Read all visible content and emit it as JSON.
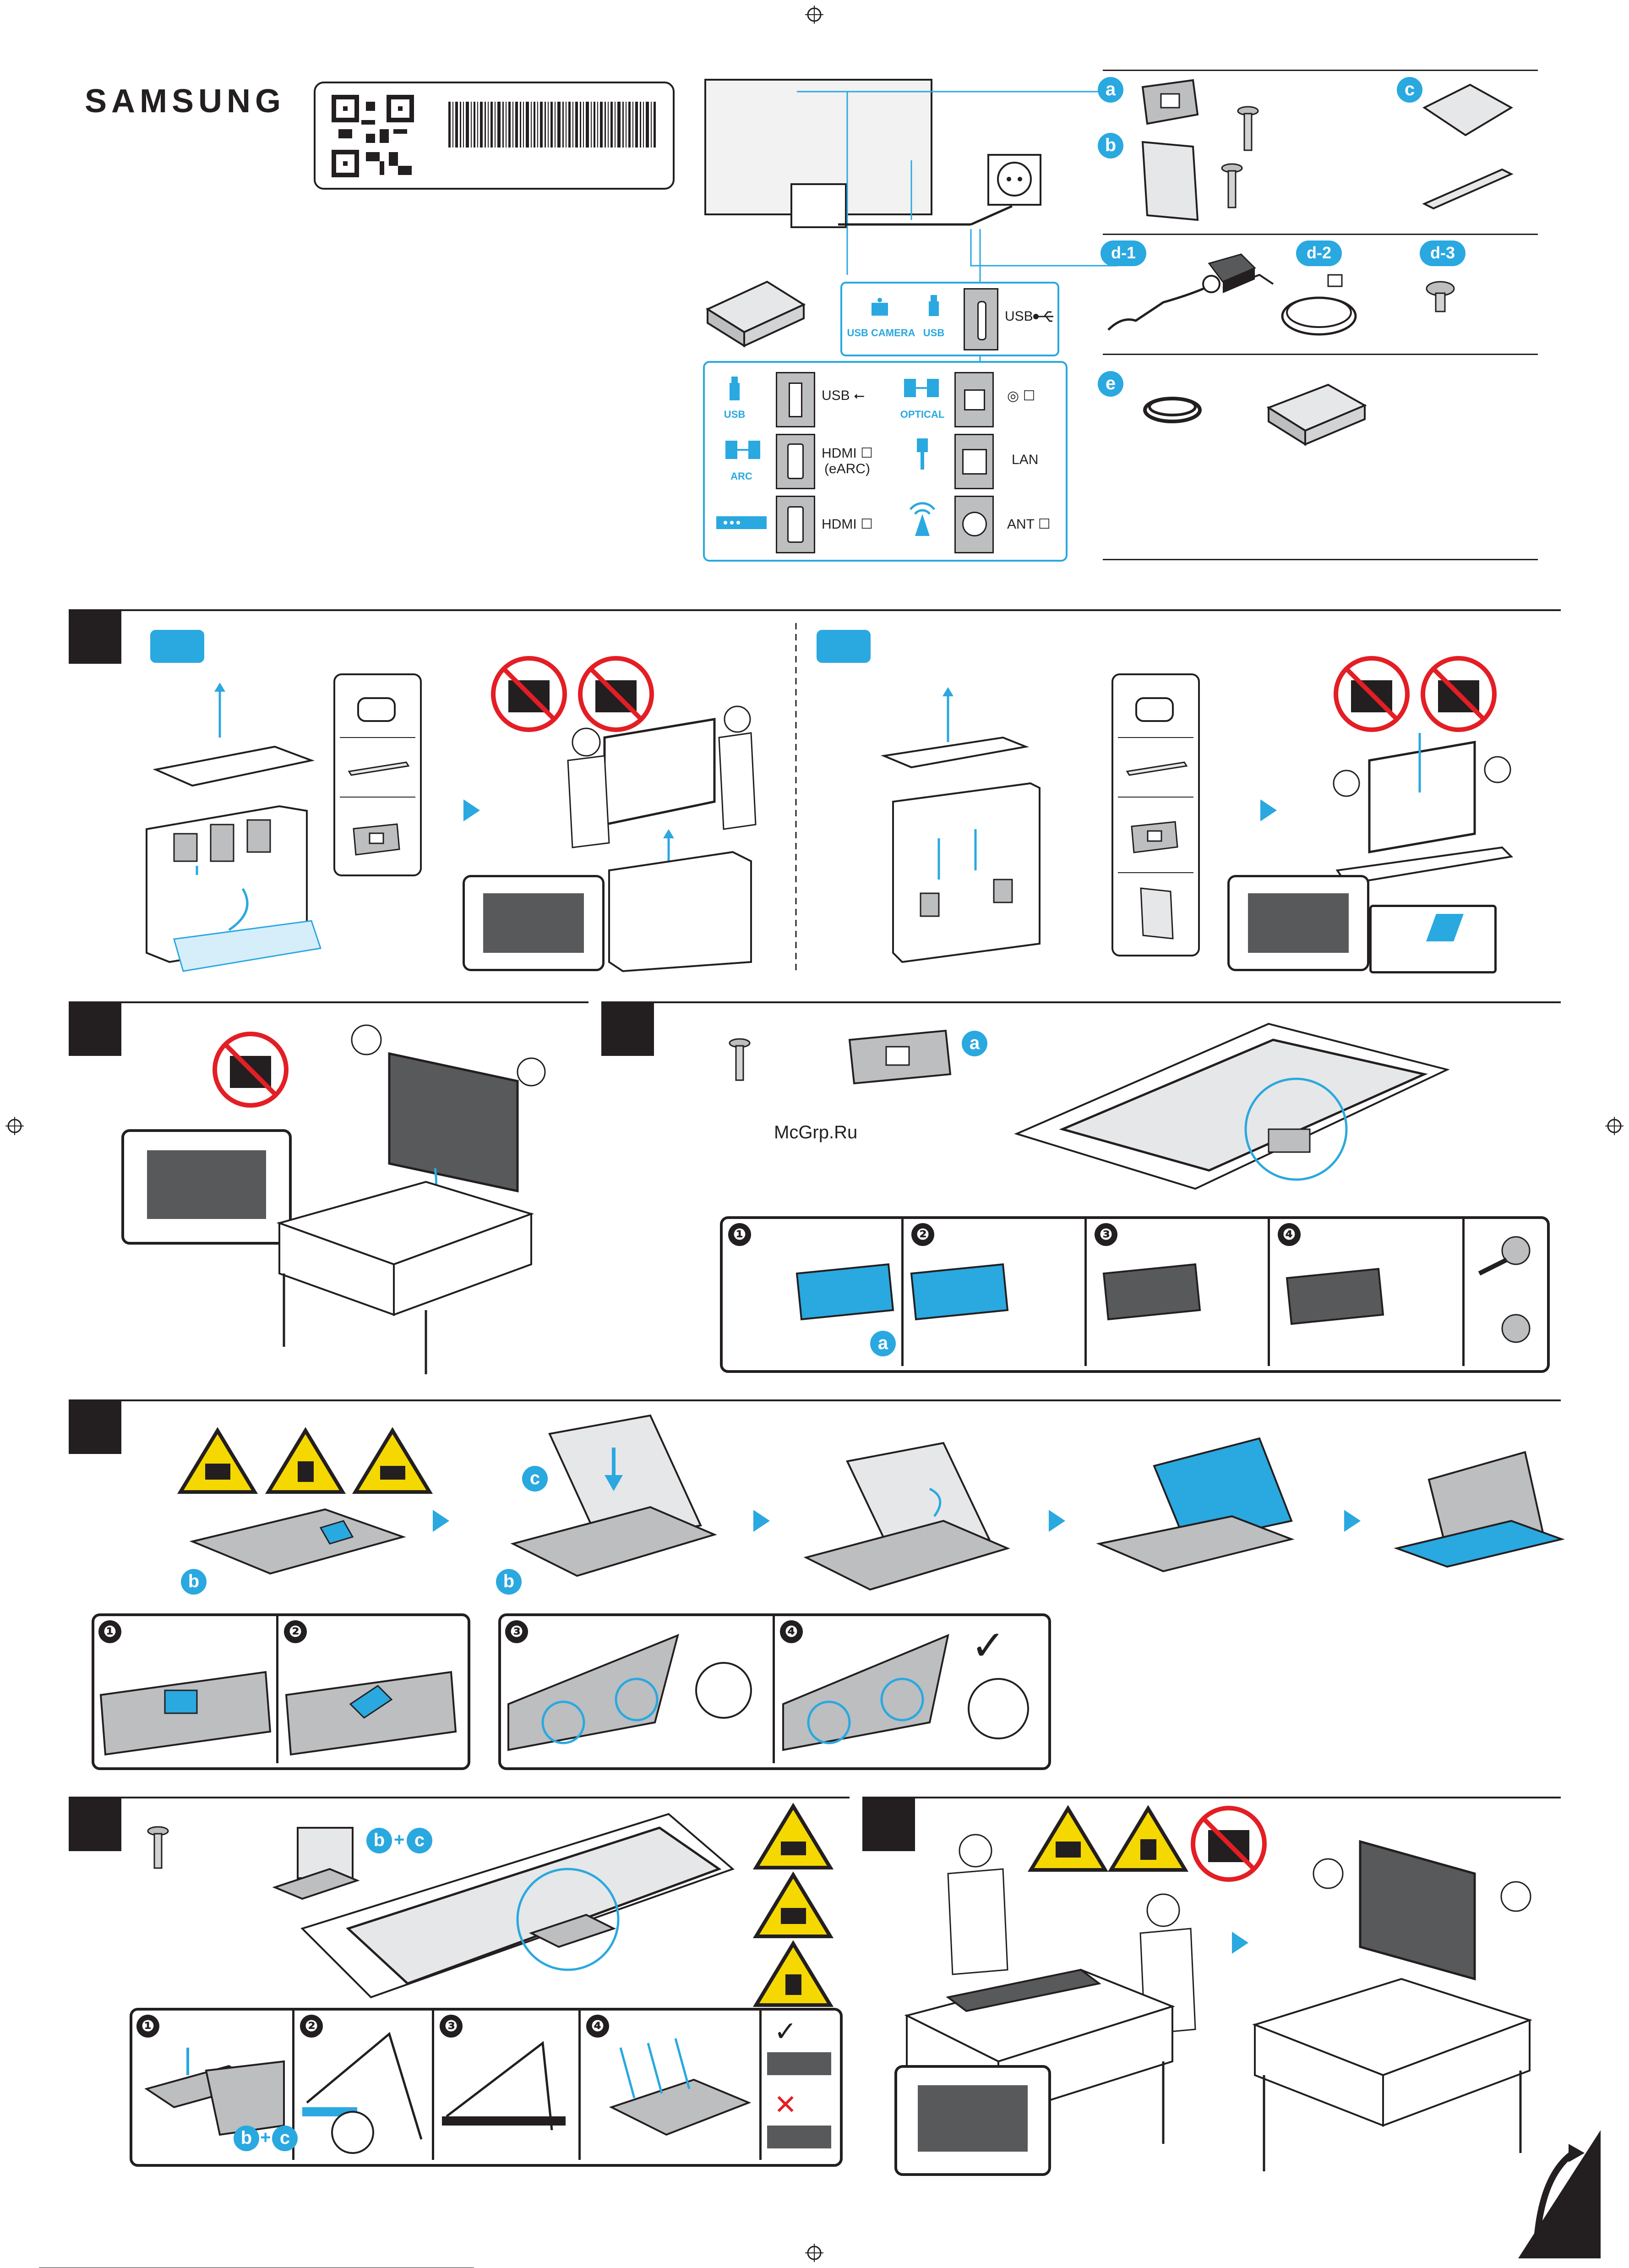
{
  "brand": "SAMSUNG",
  "watermark": "McGrp.Ru",
  "colors": {
    "accent": "#2aa8e0",
    "ink": "#231f20",
    "warning": "#f5d800",
    "prohibit": "#e31e24"
  },
  "parts": {
    "a": "a",
    "b": "b",
    "c": "c",
    "d1": "d-1",
    "d2": "d-2",
    "d3": "d-3",
    "e": "e"
  },
  "camera_ports": {
    "usb_camera": "USB CAMERA",
    "usb": "USB",
    "usb_c": "USB ⭐"
  },
  "ports": [
    {
      "cap": "USB",
      "label": "USB ⭠",
      "type": "usb"
    },
    {
      "cap": "OPTICAL",
      "label": "◎ ☐",
      "type": "optical"
    },
    {
      "cap": "ARC",
      "label": "HDMI ☐\n(eARC)",
      "type": "hdmi"
    },
    {
      "cap": "",
      "label": "LAN",
      "type": "lan"
    },
    {
      "cap": "",
      "label": "HDMI ☐",
      "type": "hdmi"
    },
    {
      "cap": "",
      "label": "ANT ☐",
      "type": "ant"
    }
  ],
  "steps_sub": {
    "s3": [
      "❶",
      "❷",
      "❸",
      "❹"
    ],
    "s4": [
      "❶",
      "❷",
      "❸",
      "❹"
    ],
    "s5": [
      "❶",
      "❷",
      "❸",
      "❹"
    ]
  },
  "combo_label": "b+c",
  "plus": "+",
  "check": "✓",
  "cross": "✕"
}
